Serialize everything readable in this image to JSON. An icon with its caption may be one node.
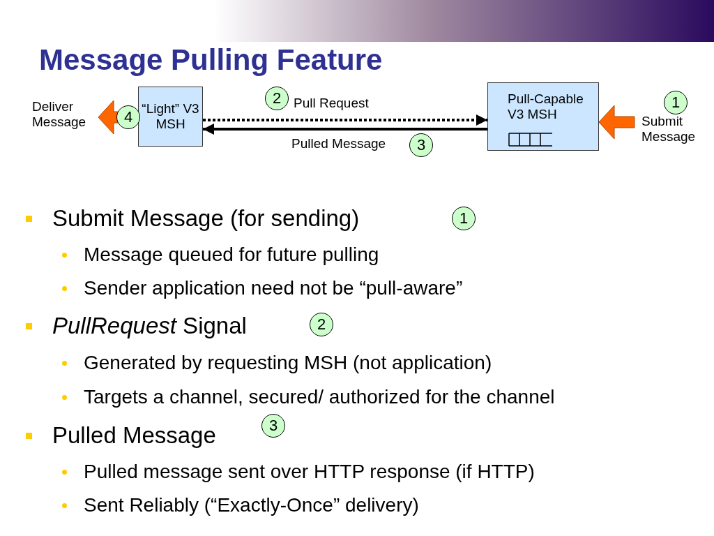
{
  "diagram": {
    "title": "Message Pulling Feature",
    "nodes": [
      {
        "text": [
          "Deliver Message"
        ]
      },
      {
        "text": [
          "“Light” V3 MSH"
        ]
      },
      {
        "text": [
          "Pull-Capable V3 MSH"
        ]
      },
      {
        "text": [
          "Submit Message"
        ]
      }
    ],
    "edges": [
      {
        "from": 1,
        "to": 0,
        "arrow": "to",
        "style": "thick",
        "color": "#ff6600"
      },
      {
        "from": 1,
        "to": 2,
        "arrow": "to",
        "label": "Pull Request",
        "style": "dashed",
        "color": "#000000"
      },
      {
        "from": 2,
        "to": 1,
        "arrow": "to",
        "label": "Pulled Message",
        "color": "#000000"
      },
      {
        "from": 3,
        "to": 2,
        "arrow": "to",
        "style": "thick",
        "color": "#ff6600"
      }
    ],
    "labels": [
      "2",
      "1",
      "4",
      "3",
      "Submit Message (for sending)",
      "1",
      "Message queued for future pulling",
      "Sender application need not be “pull-aware”",
      "*PullRequest* Signal",
      "2",
      "Generated by requesting MSH (not application)",
      "Targets a channel, secured/ authorized for the channel",
      "Pulled Message",
      "3",
      "Pulled message sent over HTTP response (if HTTP)",
      "Sent Reliably (“Exactly-Once” delivery)"
    ]
  }
}
